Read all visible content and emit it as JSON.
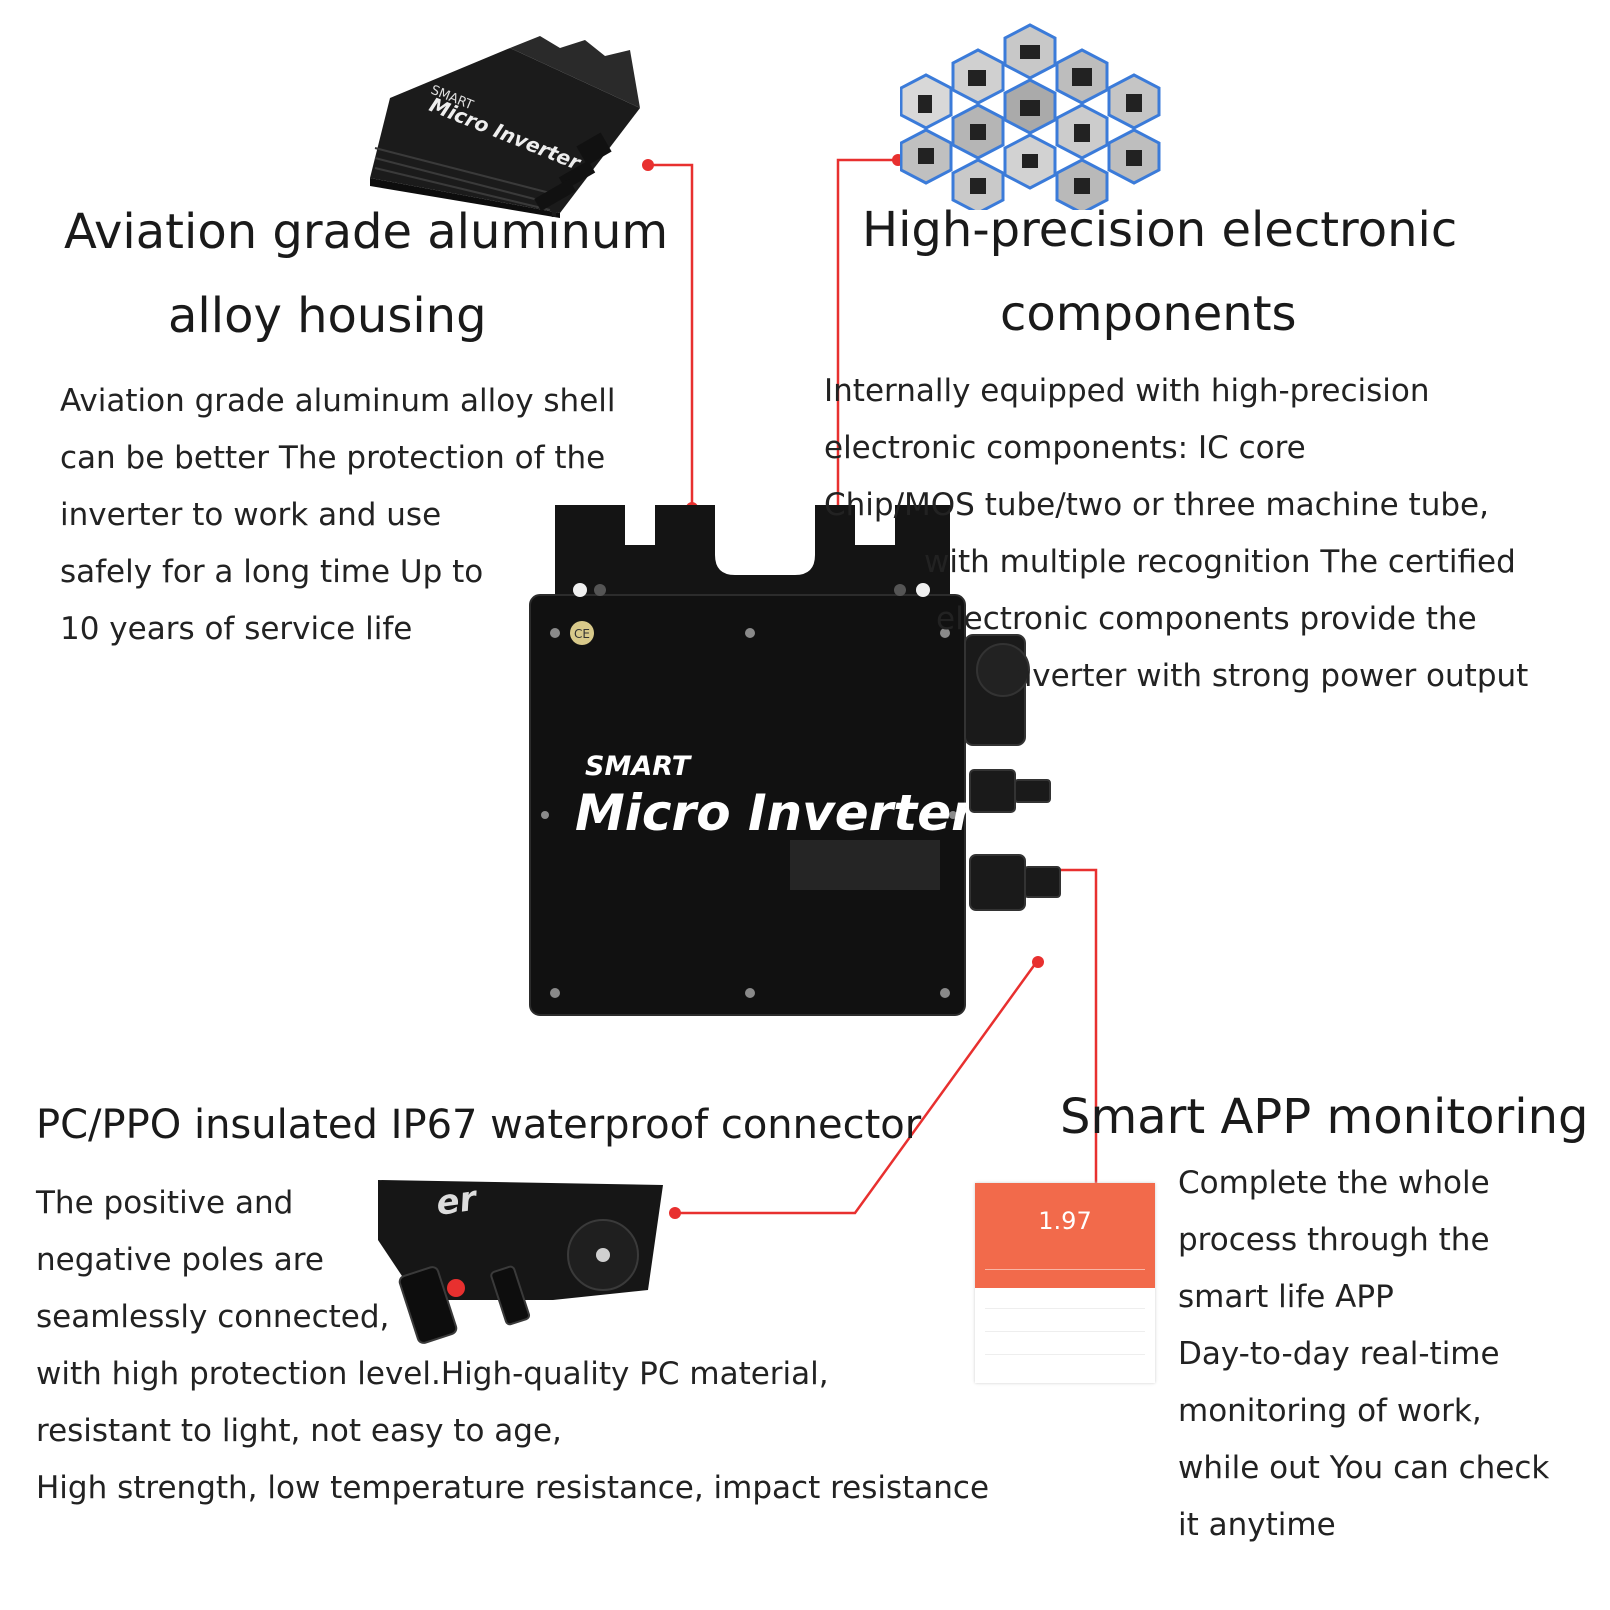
{
  "accent_color": "#e8302f",
  "device": {
    "brand": "SMART",
    "model": "Micro Inverter",
    "cert_mark": "CE"
  },
  "callouts": {
    "housing": {
      "title_lines": [
        "Aviation grade aluminum",
        "alloy housing"
      ],
      "body_lines": [
        "Aviation grade aluminum alloy shell",
        "can be better The protection of the",
        "inverter to work and use",
        "safely for a long time Up to",
        "10 years of service life"
      ]
    },
    "components": {
      "title_lines": [
        "High-precision electronic",
        "components"
      ],
      "body_lines": [
        "Internally equipped with high-precision",
        "electronic components: IC core",
        "Chip/MOS tube/two or three machine tube,",
        "with multiple recognition The certified",
        "electronic components provide the",
        "inverter with strong power output"
      ]
    },
    "connector": {
      "title": "PC/PPO insulated IP67 waterproof connector",
      "body_lines": [
        "The positive and",
        "negative poles are",
        "seamlessly connected,",
        "with high protection level.High-quality PC material,",
        "resistant to light, not easy to age,",
        "High strength, low temperature resistance, impact resistance"
      ]
    },
    "app": {
      "title": "Smart APP monitoring",
      "body_lines": [
        "Complete the whole",
        "process through the",
        "smart life APP",
        "Day-to-day real-time",
        "monitoring of work,",
        "while out You can check",
        "it anytime"
      ],
      "screen_value": "1.97"
    }
  }
}
